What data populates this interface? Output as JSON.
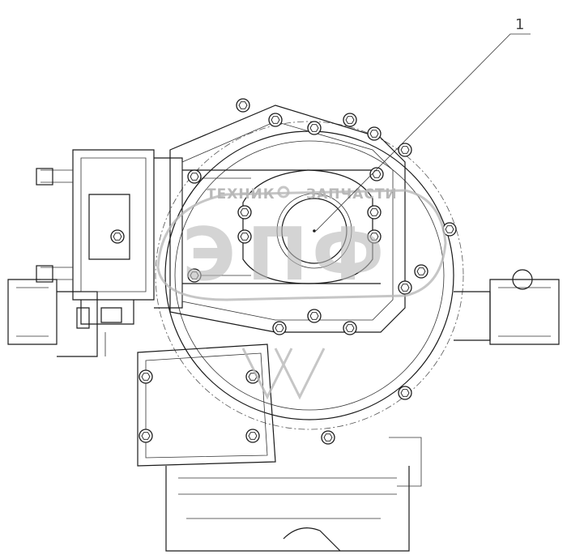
{
  "callout": {
    "label": "1"
  },
  "watermark": {
    "text_left": "ТЕХНИК",
    "text_right": "ЗАПЧАСТИ",
    "letters": [
      "Э",
      "П",
      "Ф"
    ]
  },
  "colors": {
    "line": "#1a1a1a",
    "watermark": "#b8b8b8",
    "background": "#ffffff"
  }
}
